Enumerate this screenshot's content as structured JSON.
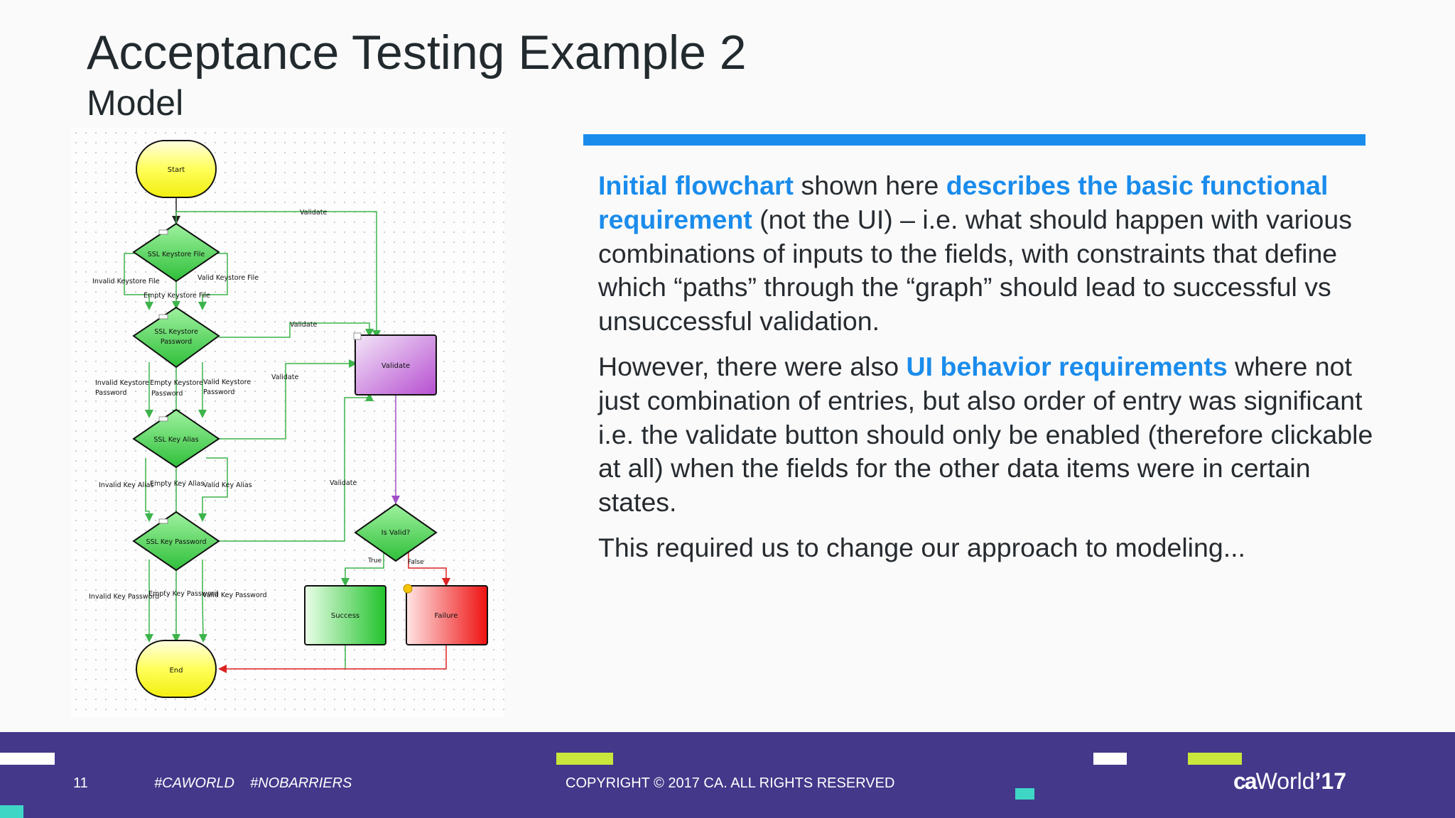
{
  "slide": {
    "title": "Acceptance Testing Example 2",
    "subtitle": "Model"
  },
  "flowchart": {
    "nodes": {
      "start": "Start",
      "ssl_keystore_file": "SSL Keystore File",
      "ssl_keystore_password_1": "SSL Keystore",
      "ssl_keystore_password_2": "Password",
      "ssl_key_alias": "SSL Key Alias",
      "ssl_key_password": "SSL Key Password",
      "validate": "Validate",
      "is_valid": "Is Valid?",
      "success": "Success",
      "failure": "Failure",
      "end": "End"
    },
    "edge_labels": {
      "validate_1": "Validate",
      "validate_2": "Validate",
      "validate_3": "Validate",
      "validate_4": "Validate",
      "invalid_keystore_file": "Invalid Keystore File",
      "valid_keystore_file": "Valid Keystore File",
      "empty_keystore_file": "Empty Keystore File",
      "invalid_keystore_password_1": "Invalid Keystore",
      "invalid_keystore_password_2": "Password",
      "empty_keystore_password_1": "Empty Keystore",
      "empty_keystore_password_2": "Password",
      "valid_keystore_password_1": "Valid Keystore",
      "valid_keystore_password_2": "Password",
      "invalid_key_alias": "Invalid Key Alias",
      "empty_key_alias": "Empty Key Alias",
      "valid_key_alias": "Valid Key Alias",
      "invalid_key_password": "Invalid Key Password",
      "empty_key_password": "Empty Key Password",
      "valid_key_password": "Valid Key Password",
      "true": "True",
      "false": "False"
    }
  },
  "content": {
    "p1_hl1": "Initial flowchart",
    "p1_t1": " shown here ",
    "p1_hl2": "describes the basic functional requirement",
    "p1_t2": " (not the UI) – i.e. what should happen with various combinations of inputs to the fields, with constraints that define which “paths” through the “graph” should lead to successful vs unsuccessful validation.",
    "p2_t1": "However, there were also ",
    "p2_hl1": "UI behavior requirements",
    "p2_t2": " where not just combination of entries, but also order of entry was significant i.e. the validate button should only be enabled (therefore clickable at all) when the fields for the other data items were in certain states.",
    "p3": "This required us to change our approach to modeling..."
  },
  "footer": {
    "page_number": "11",
    "hashtag1": "#CAWORLD",
    "hashtag2": "#NOBARRIERS",
    "copyright": "COPYRIGHT © 2017 CA. ALL RIGHTS RESERVED",
    "logo_ca": "ca",
    "logo_world": "World",
    "logo_year": "’17"
  },
  "colors": {
    "accent_blue": "#1a8cec",
    "footer_purple": "#43388a",
    "decoration_lime": "#c8e63c",
    "decoration_teal": "#3fd6c6"
  }
}
